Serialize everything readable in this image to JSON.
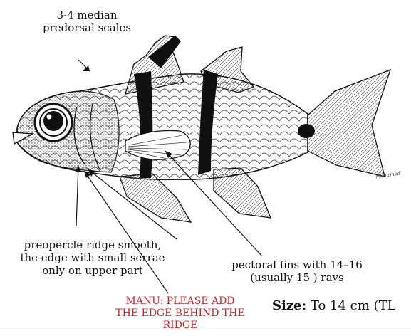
{
  "labels": {
    "predorsal": [
      "3-4 median",
      "predorsal scales"
    ],
    "preopercle": [
      "preopercle ridge smooth,",
      "the edge with small serrae",
      "only on upper part"
    ],
    "pectoral": [
      "pectoral fins with 14–16",
      "(usually 15 ) rays"
    ],
    "note": [
      "MANU: PLEASE ADD",
      "THE EDGE BEHIND THE",
      "RIDGE"
    ],
    "size_label": "Size:",
    "size_value": " To 14 cm (TL"
  },
  "signature": "Mohamed",
  "colors": {
    "note": "#d2232a",
    "ink": "#111111",
    "rule": "#888888"
  },
  "illustration": {
    "subject": "fish-line-drawing",
    "bands": 2,
    "caudal_spot": true
  }
}
